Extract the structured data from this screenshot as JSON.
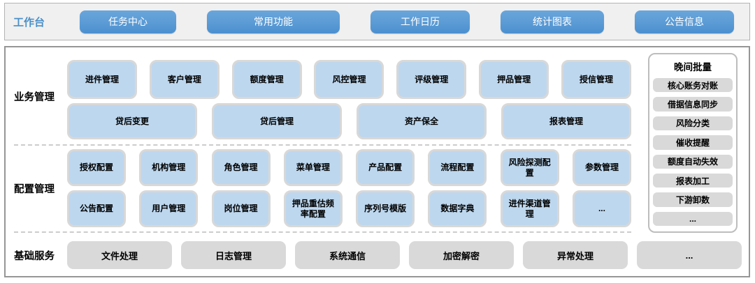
{
  "topbar": {
    "label": "工作台",
    "buttons": [
      "任务中心",
      "常用功能",
      "工作日历",
      "统计图表",
      "公告信息"
    ]
  },
  "business": {
    "label": "业务管理",
    "row1": [
      "进件管理",
      "客户管理",
      "额度管理",
      "风控管理",
      "评级管理",
      "押品管理",
      "授信管理"
    ],
    "row2": [
      "贷后变更",
      "贷后管理",
      "资产保全",
      "报表管理"
    ]
  },
  "config": {
    "label": "配置管理",
    "row1": [
      "授权配置",
      "机构管理",
      "角色管理",
      "菜单管理",
      "产品配置",
      "流程配置",
      "风险探测配置",
      "参数管理"
    ],
    "row2": [
      "公告配置",
      "用户管理",
      "岗位管理",
      "押品重估频率配置",
      "序列号模版",
      "数据字典",
      "进件渠道管理",
      "..."
    ]
  },
  "base": {
    "label": "基础服务",
    "buttons": [
      "文件处理",
      "日志管理",
      "系统通信",
      "加密解密",
      "异常处理",
      "..."
    ]
  },
  "sidebar": {
    "title": "晚间批量",
    "items": [
      "核心账务对账",
      "借据信息同步",
      "风险分类",
      "催收提醒",
      "额度自动失效",
      "报表加工",
      "下游卸数",
      "..."
    ]
  },
  "colors": {
    "accent_blue": "#5B9BD5",
    "accent_blue_dark": "#4A90C8",
    "light_blue": "#BDD7EE",
    "button_gray": "#D9D9D9",
    "ring_gray": "#D8D8D8"
  }
}
